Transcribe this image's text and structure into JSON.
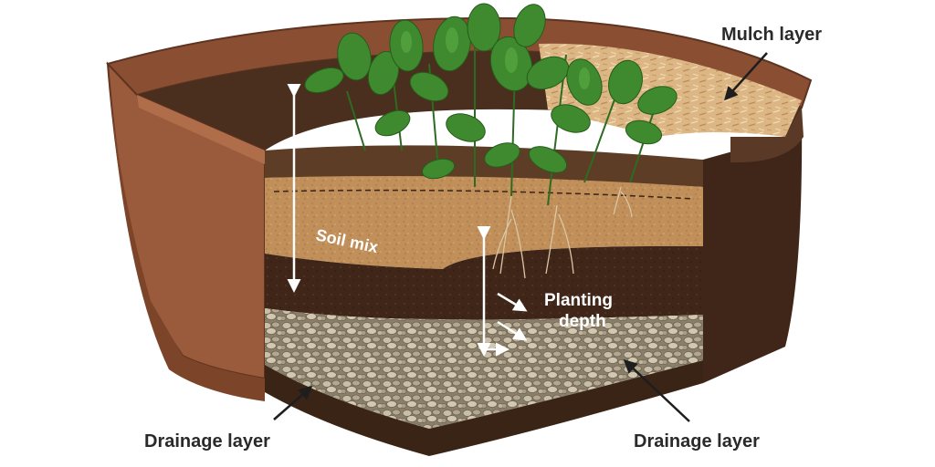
{
  "labels": {
    "mulch": "Mulch layer",
    "soil_mix": "Soil mix",
    "planting_depth_line1": "Planting",
    "planting_depth_line2": "depth",
    "drainage_left": "Drainage layer",
    "drainage_right": "Drainage layer"
  },
  "colors": {
    "pot": "#9a5a3c",
    "soil_mix": "#c08f5a",
    "topsoil": "#6b4a32",
    "dark_soil": "#3f2618",
    "gravel": "#b8ae98",
    "mulch": "#e6c495",
    "foliage": "#3f8a2e",
    "label_text": "#2a2a2a"
  }
}
